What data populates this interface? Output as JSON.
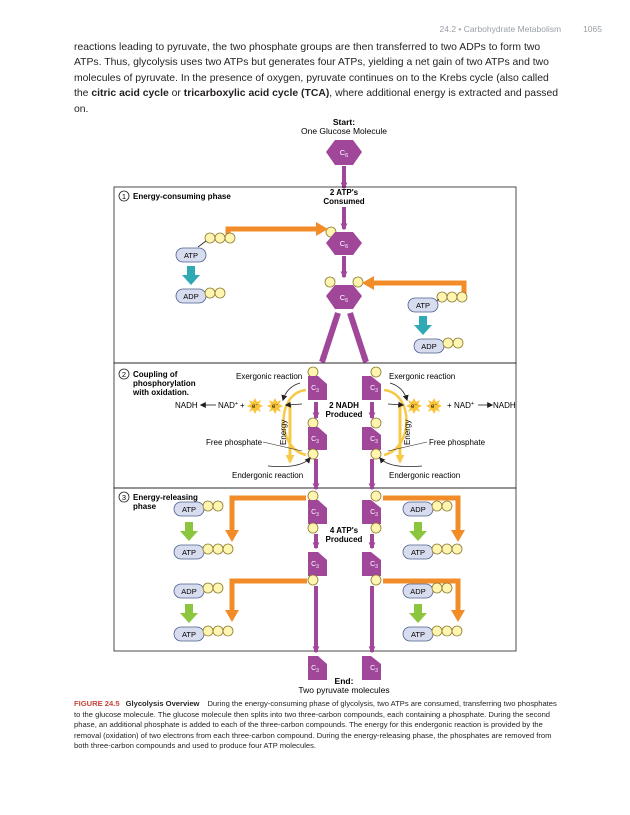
{
  "header": {
    "section": "24.2 • Carbohydrate Metabolism",
    "page_number": "1065"
  },
  "intro": {
    "part1": "reactions leading to pyruvate, the two phosphate groups are then transferred to two ADPs to form two ATPs. Thus, glycolysis uses two ATPs but generates four ATPs, yielding a net gain of two ATPs and two molecules of pyruvate. In the presence of oxygen, pyruvate continues on to the Krebs cycle (also called the ",
    "term1": "citric acid cycle",
    "part2": " or ",
    "term2": "tricarboxylic acid cycle (TCA)",
    "part3": ", where additional energy is extracted and passed on."
  },
  "diagram": {
    "start_label": "Start:",
    "start_sublabel": "One Glucose Molecule",
    "end_label": "End:",
    "end_sublabel": "Two pyruvate molecules",
    "c6_base": "C",
    "c6_sub": "6",
    "c3_base": "C",
    "c3_sub": "3",
    "phase1": {
      "number": "1",
      "title": "Energy-consuming phase",
      "note_line1": "2 ATP's",
      "note_line2": "Consumed"
    },
    "phase2": {
      "number": "2",
      "title_line1": "Coupling of",
      "title_line2": "phosphorylation",
      "title_line3": "with oxidation.",
      "note_line1": "2 NADH",
      "note_line2": "Produced",
      "exergonic": "Exergonic reaction",
      "endergonic": "Endergonic reaction",
      "free_phosphate": "Free phosphate",
      "energy": "Energy",
      "nadh": "NADH",
      "nad_base": "NAD",
      "nad_sup": "+",
      "plus": "+",
      "electron_base": "e",
      "electron_sup": "−"
    },
    "phase3": {
      "number": "3",
      "title_line1": "Energy-releasing",
      "title_line2": "phase",
      "note_line1": "4 ATP's",
      "note_line2": "Produced"
    },
    "atp": "ATP",
    "adp": "ADP",
    "colors": {
      "purple": "#a0479a",
      "orange": "#f28c28",
      "teal": "#2fa9b4",
      "green": "#8cc63f",
      "phosphate": "#fff4b0",
      "phosphate_stroke": "#8a7a2e",
      "pill": "#d7ddef",
      "pill_stroke": "#4b5f8f",
      "star": "#f9c43a"
    }
  },
  "caption": {
    "label": "FIGURE 24.5",
    "title": "Glycolysis Overview",
    "text": "During the energy-consuming phase of glycolysis, two ATPs are consumed, transferring two phosphates to the glucose molecule. The glucose molecule then splits into two three-carbon compounds, each containing a phosphate. During the second phase, an additional phosphate is added to each of the three-carbon compounds. The energy for this endergonic reaction is provided by the removal (oxidation) of two electrons from each three-carbon compound. During the energy-releasing phase, the phosphates are removed from both three-carbon compounds and used to produce four ATP molecules."
  }
}
